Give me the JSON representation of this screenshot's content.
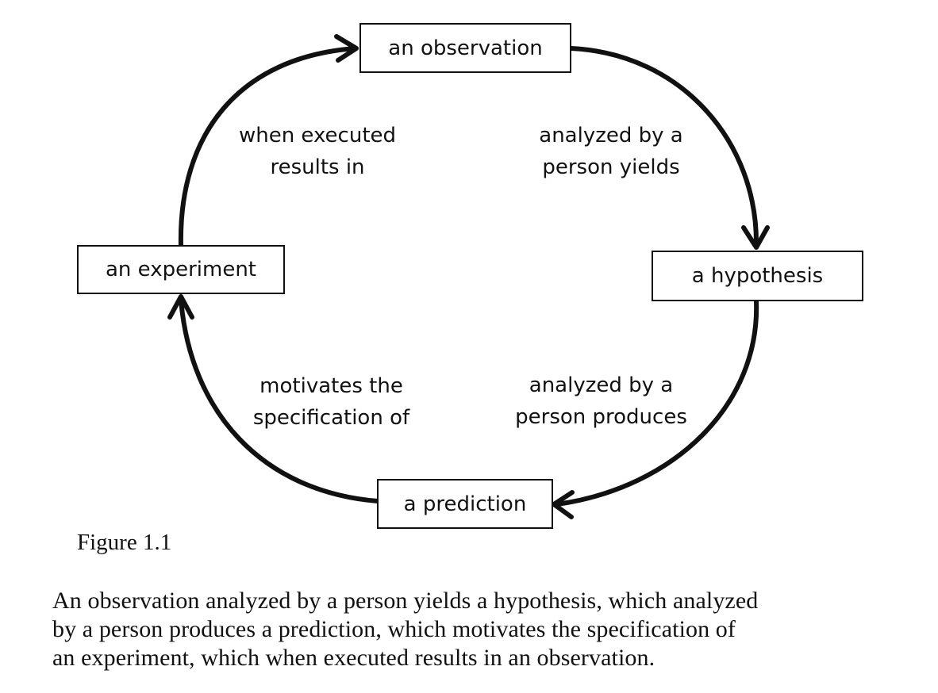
{
  "nodes": {
    "observation": "an observation",
    "hypothesis": "a hypothesis",
    "prediction": "a prediction",
    "experiment": "an experiment"
  },
  "edges": {
    "observation_to_hypothesis": [
      "analyzed by a",
      "person yields"
    ],
    "hypothesis_to_prediction": [
      "analyzed by a",
      "person produces"
    ],
    "prediction_to_experiment": [
      "motivates the",
      "specification of"
    ],
    "experiment_to_observation": [
      "when executed",
      "results in"
    ]
  },
  "figure_label": "Figure 1.1",
  "caption": [
    "An observation analyzed by a person yields a hypothesis, which analyzed",
    "by a person produces a prediction, which motivates the specification of",
    "an experiment, which when executed results in an observation."
  ]
}
